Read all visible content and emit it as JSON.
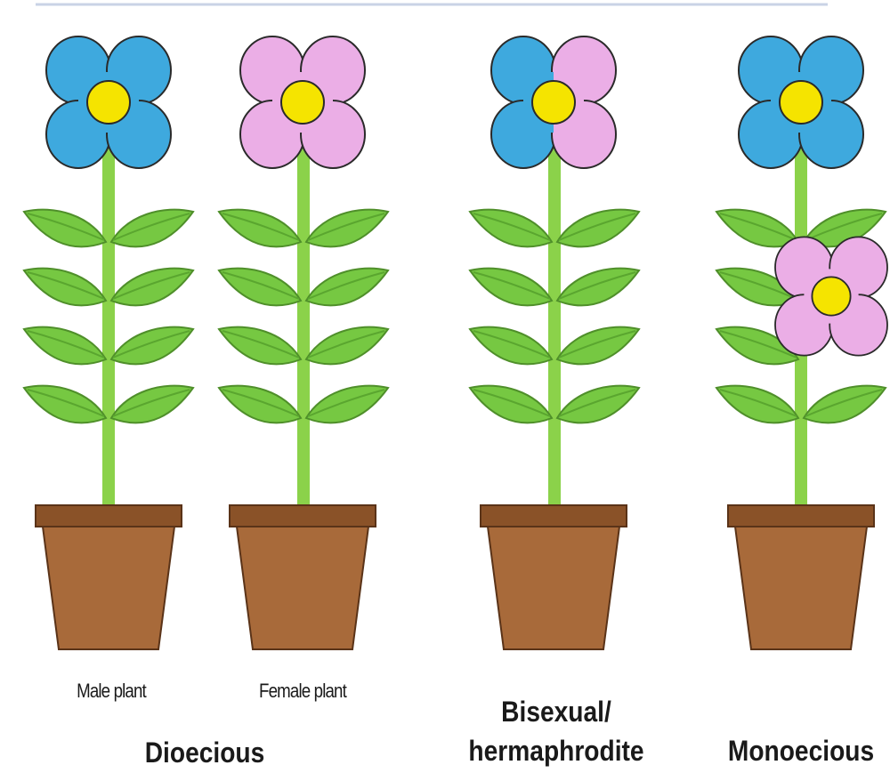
{
  "labels": {
    "male_plant": "Male plant",
    "female_plant": "Female plant",
    "dioecious": "Dioecious",
    "bisexual_line1": "Bisexual/",
    "bisexual_line2": "hermaphrodite",
    "monoecious": "Monoecious"
  },
  "colors": {
    "male_petal": "#3ea9de",
    "female_petal": "#ebaee6",
    "flower_center": "#f5e400",
    "leaf": "#76c842",
    "leaf_vein": "#5aa62f",
    "stem": "#8bd24a",
    "pot": "#a86a3a",
    "pot_rim": "#8a5228",
    "outline": "#3a2a2a"
  }
}
